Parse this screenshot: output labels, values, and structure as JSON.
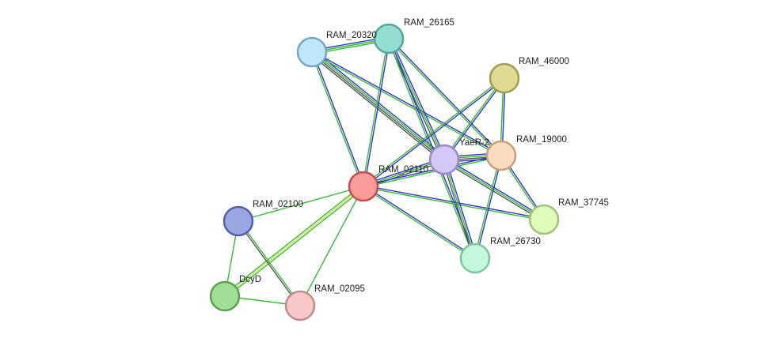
{
  "nodes": [
    {
      "id": "RAM_20320",
      "label": "RAM_20320",
      "fill": "#bfe6fb",
      "stroke": "#7aa6c6"
    },
    {
      "id": "RAM_26165",
      "label": "RAM_26165",
      "fill": "#93ddd2",
      "stroke": "#52a99b"
    },
    {
      "id": "RAM_46000",
      "label": "RAM_46000",
      "fill": "#dfdb93",
      "stroke": "#a19d4d"
    },
    {
      "id": "YaeR-2",
      "label": "YaeR-2",
      "fill": "#d6c7fb",
      "stroke": "#9a87cc"
    },
    {
      "id": "RAM_19000",
      "label": "RAM_19000",
      "fill": "#fcdcc0",
      "stroke": "#c6a07d"
    },
    {
      "id": "RAM_02110",
      "label": "RAM_02110",
      "fill": "#fa9c9c",
      "stroke": "#c44d4d"
    },
    {
      "id": "RAM_37745",
      "label": "RAM_37745",
      "fill": "#e0fcbd",
      "stroke": "#a2c27c"
    },
    {
      "id": "RAM_02100",
      "label": "RAM_02100",
      "fill": "#9ca6e3",
      "stroke": "#525fa6"
    },
    {
      "id": "RAM_26730",
      "label": "RAM_26730",
      "fill": "#c4f8dc",
      "stroke": "#7dc59e"
    },
    {
      "id": "DcyD",
      "label": "DcyD",
      "fill": "#9fdf96",
      "stroke": "#5ea152"
    },
    {
      "id": "RAM_02095",
      "label": "RAM_02095",
      "fill": "#f8c7c9",
      "stroke": "#c28a8d"
    }
  ],
  "edges": [
    {
      "from": "RAM_20320",
      "to": "RAM_26165",
      "colors": [
        "#3333cc",
        "#33bb33",
        "#33bb33"
      ]
    },
    {
      "from": "RAM_20320",
      "to": "RAM_02110",
      "colors": [
        "#3333cc",
        "#33bb33"
      ]
    },
    {
      "from": "RAM_20320",
      "to": "YaeR-2",
      "colors": [
        "#3333cc",
        "#33bb33",
        "#555555",
        "#555555"
      ]
    },
    {
      "from": "RAM_20320",
      "to": "RAM_19000",
      "colors": [
        "#3333cc",
        "#33bb33"
      ]
    },
    {
      "from": "RAM_26165",
      "to": "RAM_02110",
      "colors": [
        "#3333cc",
        "#33bb33"
      ]
    },
    {
      "from": "RAM_26165",
      "to": "YaeR-2",
      "colors": [
        "#3333cc",
        "#33bb33",
        "#555555"
      ]
    },
    {
      "from": "RAM_26165",
      "to": "RAM_19000",
      "colors": [
        "#3333cc",
        "#33bb33"
      ]
    },
    {
      "from": "RAM_26165",
      "to": "RAM_26730",
      "colors": [
        "#3333cc",
        "#33bb33"
      ]
    },
    {
      "from": "RAM_46000",
      "to": "RAM_02110",
      "colors": [
        "#3333cc",
        "#33bb33"
      ]
    },
    {
      "from": "RAM_46000",
      "to": "YaeR-2",
      "colors": [
        "#3333cc",
        "#33bb33"
      ]
    },
    {
      "from": "RAM_46000",
      "to": "RAM_19000",
      "colors": [
        "#3333cc",
        "#33bb33"
      ]
    },
    {
      "from": "RAM_02110",
      "to": "YaeR-2",
      "colors": [
        "#3333cc",
        "#33bb33",
        "#555555"
      ]
    },
    {
      "from": "RAM_02110",
      "to": "RAM_19000",
      "colors": [
        "#3333cc",
        "#33bb33"
      ]
    },
    {
      "from": "RAM_02110",
      "to": "RAM_37745",
      "colors": [
        "#3333cc",
        "#33bb33"
      ]
    },
    {
      "from": "RAM_02110",
      "to": "RAM_26730",
      "colors": [
        "#3333cc",
        "#33bb33"
      ]
    },
    {
      "from": "RAM_02110",
      "to": "RAM_02100",
      "colors": [
        "#33bb33"
      ]
    },
    {
      "from": "RAM_02110",
      "to": "RAM_02095",
      "colors": [
        "#33bb33"
      ]
    },
    {
      "from": "RAM_02110",
      "to": "DcyD",
      "colors": [
        "#33bb33",
        "#dddd55",
        "#33bb33"
      ]
    },
    {
      "from": "YaeR-2",
      "to": "RAM_19000",
      "colors": [
        "#3333cc",
        "#33bb33",
        "#555555",
        "#3333cc"
      ]
    },
    {
      "from": "YaeR-2",
      "to": "RAM_37745",
      "colors": [
        "#3333cc",
        "#33bb33",
        "#555555"
      ]
    },
    {
      "from": "YaeR-2",
      "to": "RAM_26730",
      "colors": [
        "#3333cc",
        "#33bb33",
        "#555555"
      ]
    },
    {
      "from": "RAM_19000",
      "to": "RAM_37745",
      "colors": [
        "#3333cc",
        "#33bb33"
      ]
    },
    {
      "from": "RAM_19000",
      "to": "RAM_26730",
      "colors": [
        "#3333cc",
        "#33bb33"
      ]
    },
    {
      "from": "RAM_02100",
      "to": "RAM_02095",
      "colors": [
        "#33bb33",
        "#555555"
      ]
    },
    {
      "from": "RAM_02100",
      "to": "DcyD",
      "colors": [
        "#33bb33"
      ]
    },
    {
      "from": "DcyD",
      "to": "RAM_02095",
      "colors": [
        "#33bb33"
      ]
    }
  ]
}
